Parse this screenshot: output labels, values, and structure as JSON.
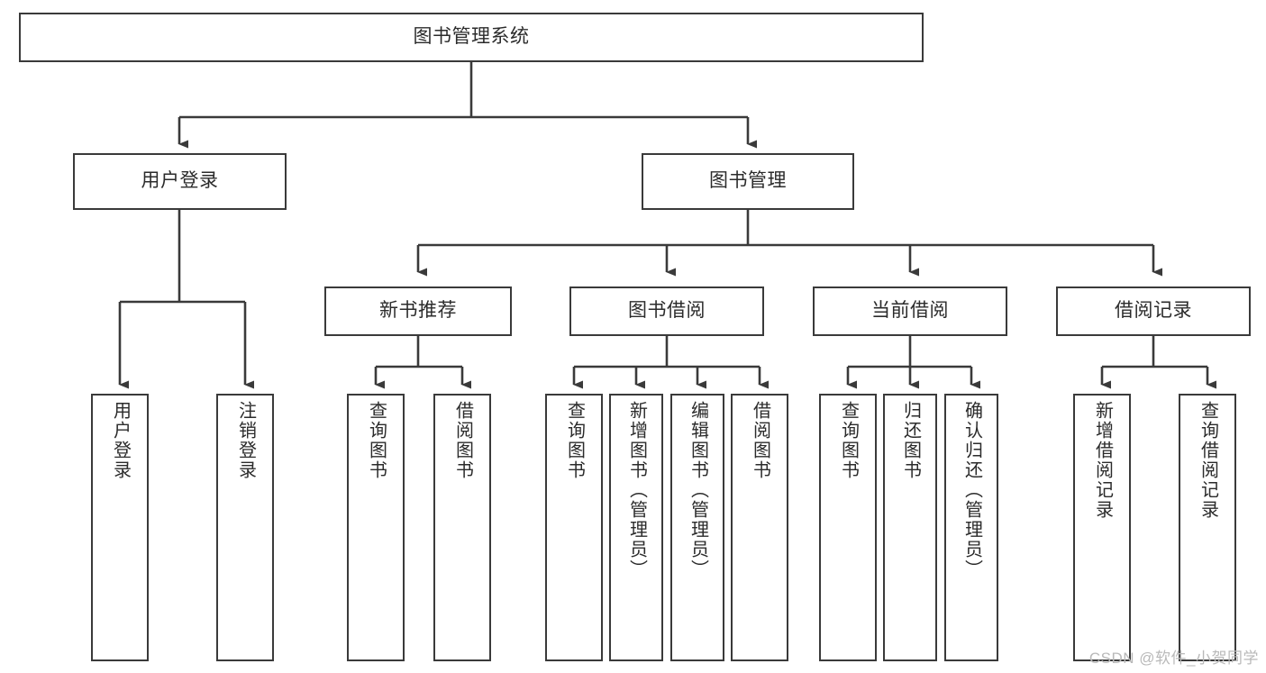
{
  "diagram": {
    "title": "图书管理系统",
    "type": "tree",
    "stroke_color": "#3a3a3a",
    "fill_color": "#ffffff",
    "text_color": "#2b2b2b",
    "nodes": {
      "root": {
        "label": "图书管理系统"
      },
      "level2": [
        {
          "id": "user-login",
          "label": "用户登录"
        },
        {
          "id": "book-manage",
          "label": "图书管理"
        }
      ],
      "level3": [
        {
          "id": "new-book-recommend",
          "label": "新书推荐"
        },
        {
          "id": "book-borrow",
          "label": "图书借阅"
        },
        {
          "id": "current-borrow",
          "label": "当前借阅"
        },
        {
          "id": "borrow-record",
          "label": "借阅记录"
        }
      ],
      "leaves": {
        "user-login": [
          {
            "id": "leaf-user-login",
            "label": "用户登录"
          },
          {
            "id": "leaf-user-logout",
            "label": "注销登录"
          }
        ],
        "new-book-recommend": [
          {
            "id": "leaf-query-book-1",
            "label": "查询图书"
          },
          {
            "id": "leaf-borrow-book-1",
            "label": "借阅图书"
          }
        ],
        "book-borrow": [
          {
            "id": "leaf-query-book-2",
            "label": "查询图书"
          },
          {
            "id": "leaf-add-book",
            "label": "新增图书（管理员）"
          },
          {
            "id": "leaf-edit-book",
            "label": "编辑图书（管理员）"
          },
          {
            "id": "leaf-borrow-book-2",
            "label": "借阅图书"
          }
        ],
        "current-borrow": [
          {
            "id": "leaf-query-book-3",
            "label": "查询图书"
          },
          {
            "id": "leaf-return-book",
            "label": "归还图书"
          },
          {
            "id": "leaf-confirm-return",
            "label": "确认归还（管理员）"
          }
        ],
        "borrow-record": [
          {
            "id": "leaf-add-record",
            "label": "新增借阅记录"
          },
          {
            "id": "leaf-query-record",
            "label": "查询借阅记录"
          }
        ]
      }
    }
  },
  "watermark": {
    "text": "CSDN @软件_小贺同学"
  }
}
